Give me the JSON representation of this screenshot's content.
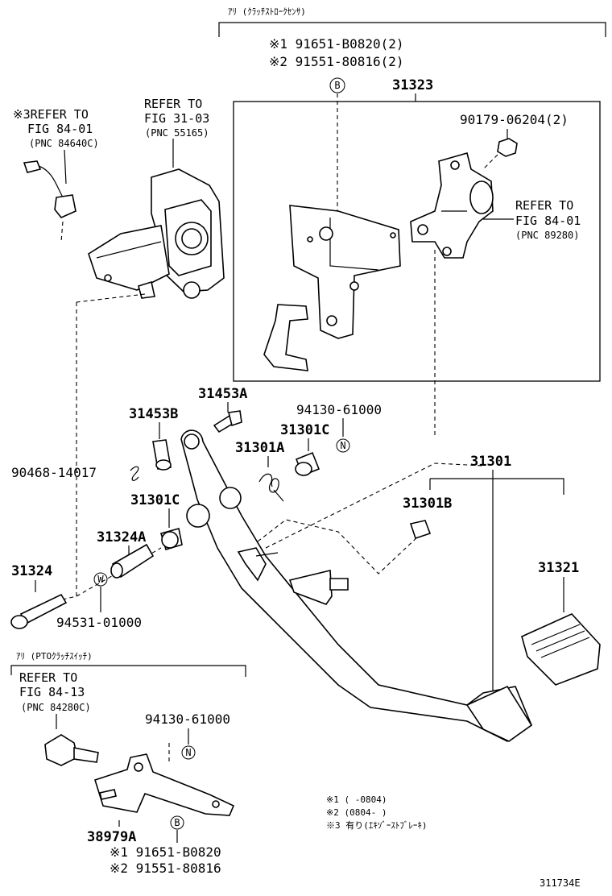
{
  "top_group": {
    "title": "ｱﾘ (ｸﾗｯﾁｽﾄﾛｰｸｾﾝｻ)",
    "note1": "※1 91651-B0820(2)",
    "note2": "※2 91551-80816(2)",
    "marker": "B"
  },
  "sensor_box": {
    "part_no": "31323",
    "bolt": "90179-06204(2)",
    "ref_line1": "REFER TO",
    "ref_line2": "FIG 84-01",
    "ref_line3": "(PNC 89280)"
  },
  "ref_left": {
    "line1": "※3REFER TO",
    "line2": "FIG 84-01",
    "line3": "(PNC 84640C)"
  },
  "ref_mid": {
    "line1": "REFER TO",
    "line2": "FIG 31-03",
    "line3": "(PNC 55165)"
  },
  "labels": {
    "p31453A": "31453A",
    "p31453B": "31453B",
    "p94130": "94130-61000",
    "p31301C_top": "31301C",
    "p31301A": "31301A",
    "p90468": "90468-14017",
    "p31301C_left": "31301C",
    "p31301": "31301",
    "p31301B": "31301B",
    "p31324A": "31324A",
    "p31324": "31324",
    "p94531": "94531-01000",
    "p31321": "31321",
    "marker_n": "N",
    "marker_w": "W"
  },
  "pto_group": {
    "title": "ｱﾘ (PTOｸﾗｯﾁｽｲｯﾁ)",
    "ref_line1": "REFER TO",
    "ref_line2": "FIG 84-13",
    "ref_line3": "(PNC 84280C)",
    "nut": "94130-61000",
    "marker_n": "N",
    "bracket": "38979A",
    "marker_b": "B",
    "note1": "※1 91651-B0820",
    "note2": "※2 91551-80816"
  },
  "footnotes": {
    "n1": "※1 (     -0804)",
    "n2": "※2 (0804-     )",
    "n3": "※3 有り(ｴｷｿﾞｰｽﾄﾌﾞﾚｰｷ)"
  },
  "drawing_id": "311734E"
}
